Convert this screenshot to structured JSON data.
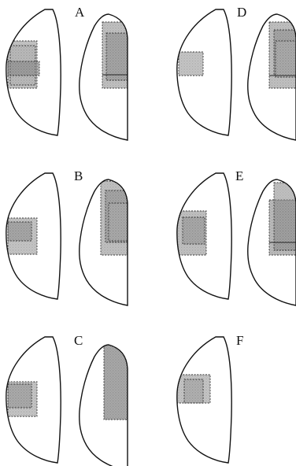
{
  "figure": {
    "panels": [
      {
        "label": "A"
      },
      {
        "label": "B"
      },
      {
        "label": "C"
      },
      {
        "label": "D"
      },
      {
        "label": "E"
      },
      {
        "label": "F"
      }
    ]
  },
  "colors": {
    "outline": "#111111",
    "shading": "#7a7a7a",
    "background": "#ffffff"
  }
}
